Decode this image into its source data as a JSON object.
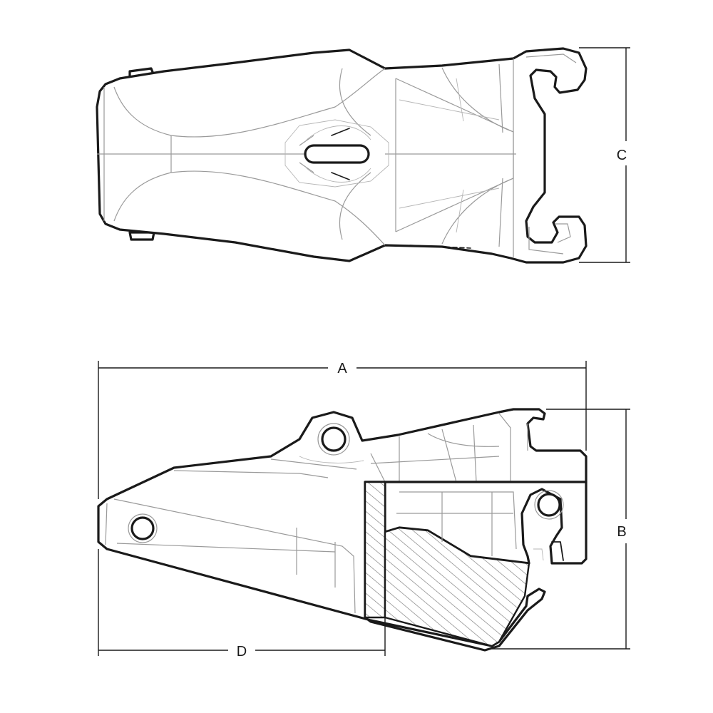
{
  "dimensions": {
    "a": "A",
    "b": "B",
    "c": "C",
    "d": "D"
  },
  "colors": {
    "line": "#1a1a1a",
    "detail": "#9a9a9a",
    "background": "#ffffff"
  }
}
